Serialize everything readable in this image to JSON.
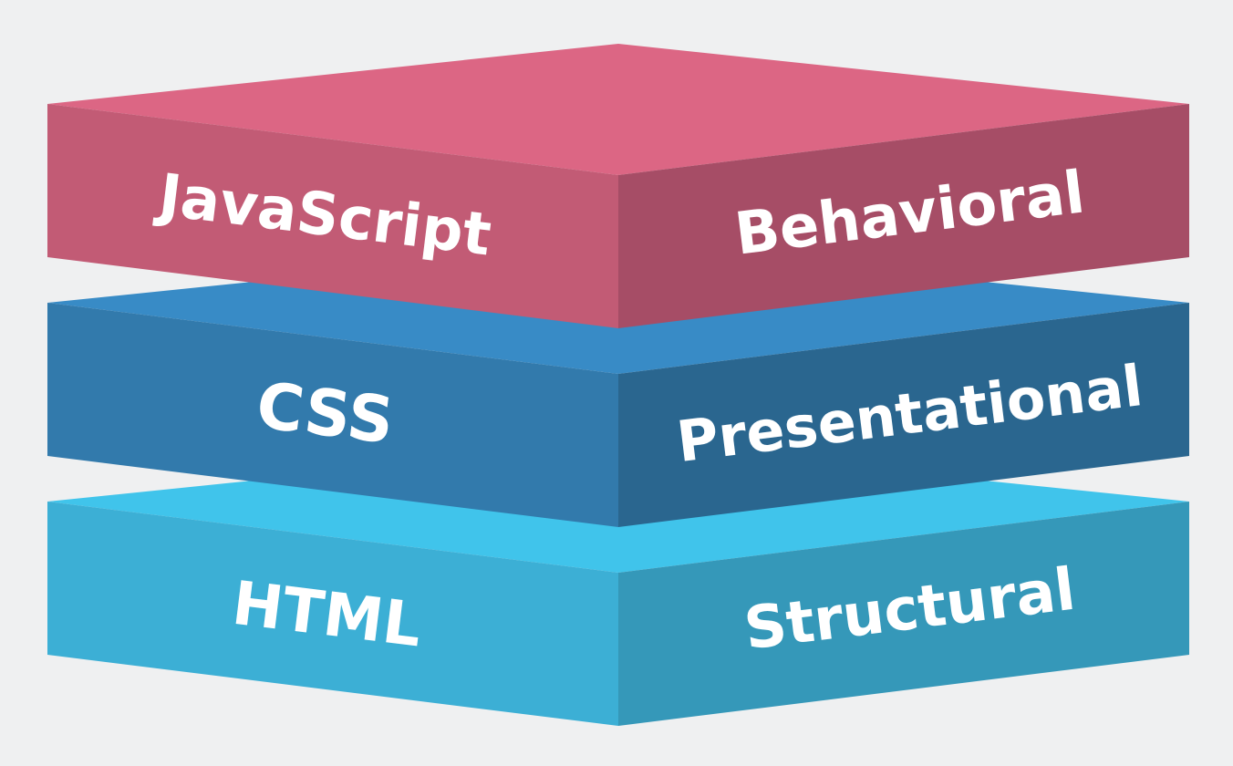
{
  "diagram": {
    "layers": [
      {
        "id": "javascript",
        "left_label": "JavaScript",
        "right_label": "Behavioral",
        "colors": {
          "top": "#dc6684",
          "left": "#c25b75",
          "right": "#a64d66"
        }
      },
      {
        "id": "css",
        "left_label": "CSS",
        "right_label": "Presentational",
        "colors": {
          "top": "#388bc6",
          "left": "#327aac",
          "right": "#2a668f"
        }
      },
      {
        "id": "html",
        "left_label": "HTML",
        "right_label": "Structural",
        "colors": {
          "top": "#40c4eb",
          "left": "#3cafd5",
          "right": "#3598b9"
        }
      }
    ]
  }
}
